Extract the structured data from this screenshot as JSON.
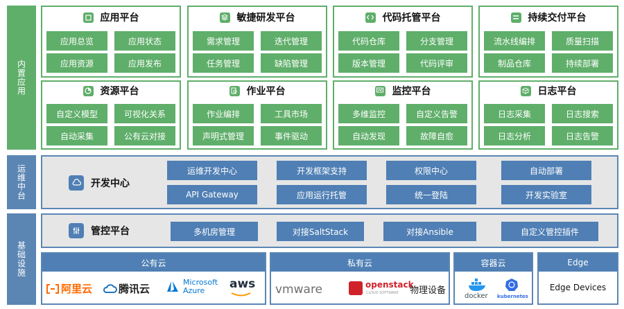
{
  "side_labels": {
    "builtin_apps": "内置应用",
    "ops_platform": "运维中台",
    "infrastructure": "基础设施"
  },
  "panels": [
    {
      "title": "应用平台",
      "icon": "app-icon",
      "items": [
        "应用总览",
        "应用状态",
        "应用资源",
        "应用发布"
      ]
    },
    {
      "title": "敏捷研发平台",
      "icon": "layers-icon",
      "items": [
        "需求管理",
        "迭代管理",
        "任务管理",
        "缺陷管理"
      ]
    },
    {
      "title": "代码托管平台",
      "icon": "code-icon",
      "items": [
        "代码仓库",
        "分支管理",
        "版本管理",
        "代码评审"
      ]
    },
    {
      "title": "持续交付平台",
      "icon": "pipeline-icon",
      "items": [
        "流水线编排",
        "质量扫描",
        "制品仓库",
        "持续部署"
      ]
    },
    {
      "title": "资源平台",
      "icon": "pie-icon",
      "items": [
        "自定义模型",
        "可视化关系",
        "自动采集",
        "公有云对接"
      ]
    },
    {
      "title": "作业平台",
      "icon": "doc-search-icon",
      "items": [
        "作业编排",
        "工具市场",
        "声明式管理",
        "事件驱动"
      ]
    },
    {
      "title": "监控平台",
      "icon": "monitor-icon",
      "items": [
        "多维监控",
        "自定义告警",
        "自动发现",
        "故障自愈"
      ]
    },
    {
      "title": "日志平台",
      "icon": "cube-icon",
      "items": [
        "日志采集",
        "日志搜索",
        "日志分析",
        "日志告警"
      ]
    }
  ],
  "dev_center": {
    "title": "开发中心",
    "icon": "cloud-icon",
    "items": [
      "运维开发中心",
      "开发框架支持",
      "权限中心",
      "自动部署",
      "API Gateway",
      "应用运行托管",
      "统一登陆",
      "开发实验室"
    ]
  },
  "control": {
    "title": "管控平台",
    "icon": "sliders-icon",
    "items": [
      "多机房管理",
      "对接SaltStack",
      "对接Ansible",
      "自定义管控插件"
    ]
  },
  "infra": {
    "public_cloud": {
      "title": "公有云",
      "logos": [
        "阿里云",
        "腾讯云",
        "Microsoft",
        "Azure",
        "aws"
      ]
    },
    "private_cloud": {
      "title": "私有云",
      "logos": [
        "vmware",
        "openstack",
        "CLOUD SOFTWARE",
        "物理设备"
      ]
    },
    "container_cloud": {
      "title": "容器云",
      "logos": [
        "docker",
        "kubernetes"
      ]
    },
    "edge": {
      "title": "Edge",
      "devices": "Edge Devices"
    }
  },
  "colors": {
    "green": "#5fae6a",
    "blue": "#4f7fb4",
    "aliyun": "#ff6a00",
    "tencent": "#1e73be",
    "azure": "#0078d4",
    "aws_smile": "#ff9900",
    "vmware": "#6d6e71",
    "openstack": "#d0222b",
    "docker": "#2396ed",
    "kubernetes": "#326ce5"
  }
}
